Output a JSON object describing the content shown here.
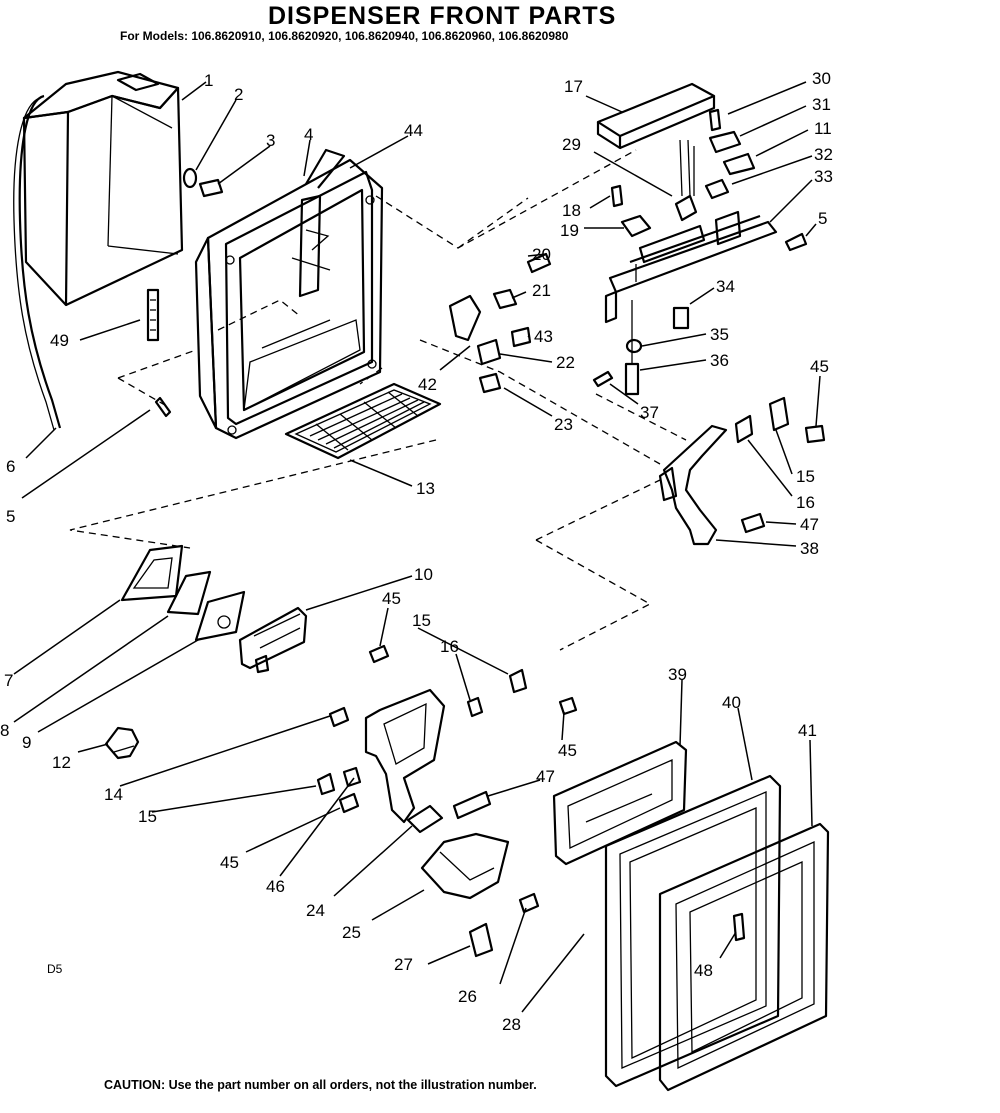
{
  "header": {
    "title": "DISPENSER FRONT PARTS",
    "models": "For Models: 106.8620910, 106.8620920, 106.8620940, 106.8620960, 106.8620980"
  },
  "diagram_code": "D5",
  "caution": "CAUTION: Use the part number on all orders, not the illustration number.",
  "callouts": {
    "c1": "1",
    "c2": "2",
    "c3": "3",
    "c4": "4",
    "c44": "44",
    "c49": "49",
    "c6": "6",
    "c5a": "5",
    "c13": "13",
    "c17": "17",
    "c30": "30",
    "c31": "31",
    "c11": "11",
    "c29": "29",
    "c32": "32",
    "c33": "33",
    "c18": "18",
    "c5b": "5",
    "c19": "19",
    "c20": "20",
    "c21": "21",
    "c34": "34",
    "c43": "43",
    "c35": "35",
    "c42": "42",
    "c22": "22",
    "c36": "36",
    "c23": "23",
    "c37": "37",
    "c45a": "45",
    "c15a": "15",
    "c16a": "16",
    "c47a": "47",
    "c38": "38",
    "c10": "10",
    "c45b": "45",
    "c15b": "15",
    "c16b": "16",
    "c7": "7",
    "c8": "8",
    "c9": "9",
    "c12": "12",
    "c14": "14",
    "c45c": "45",
    "c47b": "47",
    "c15c": "15",
    "c45d": "45",
    "c46": "46",
    "c24": "24",
    "c25": "25",
    "c27": "27",
    "c26": "26",
    "c28": "28",
    "c39": "39",
    "c40": "40",
    "c41": "41",
    "c48": "48"
  }
}
